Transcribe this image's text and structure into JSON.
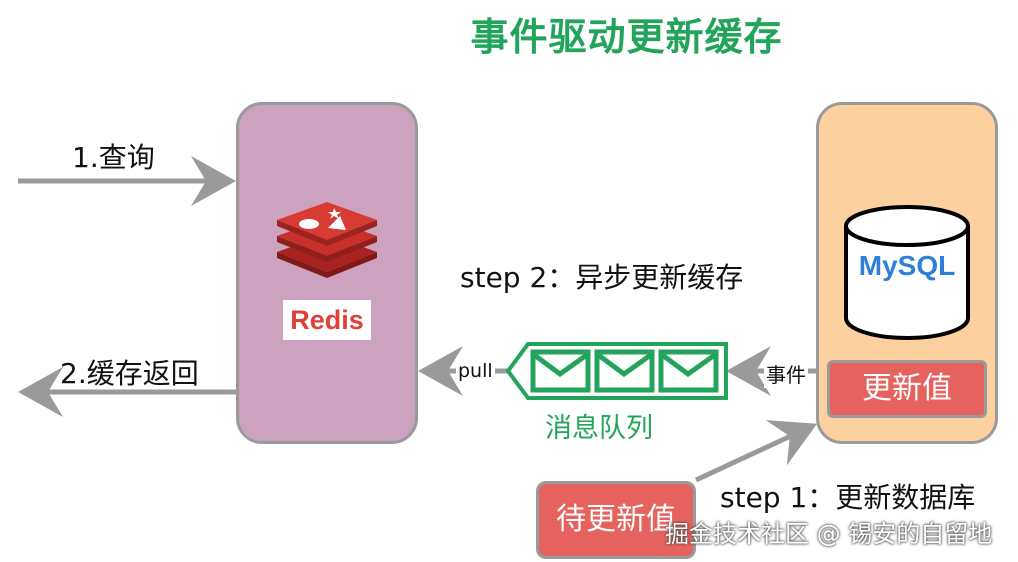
{
  "title": "事件驱动更新缓存",
  "labels": {
    "query": "1.查询",
    "cache_return": "2.缓存返回",
    "step2": "step 2：异步更新缓存",
    "step1": "step 1：更新数据库",
    "pull": "pull",
    "event": "事件",
    "queue": "消息队列"
  },
  "nodes": {
    "redis": "Redis",
    "mysql": "MySQL",
    "updated_value": "更新值",
    "pending_value": "待更新值"
  },
  "watermark": "掘金技术社区 @ 锡安的自留地",
  "colors": {
    "title": "#22a55a",
    "redis_box": "#cda2bf",
    "mysql_box": "#fdd19f",
    "value_box": "#e6625e",
    "queue": "#22a55a",
    "redis_logo": "#c8302c",
    "mysql_text": "#2f7fd8",
    "arrow": "#9a9a9a"
  }
}
